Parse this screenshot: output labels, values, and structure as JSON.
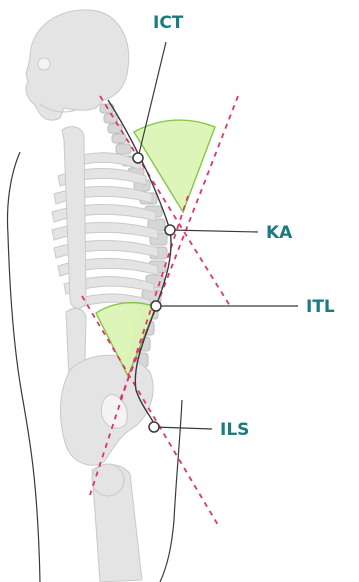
{
  "labels": {
    "ict": "ICT",
    "ka": "KA",
    "itl": "ITL",
    "ils": "ILS"
  },
  "colors": {
    "label": "#1a7c7c",
    "dashed_line": "#e0336e",
    "angle_fill": "#dcf5b4",
    "angle_stroke": "#7cc33a",
    "skeleton_fill": "#e4e4e4",
    "skeleton_stroke": "#c9c9c9",
    "body_outline": "#3a3a3a",
    "leader_line": "#3a3a3a",
    "spine": "#bdbdbd"
  }
}
